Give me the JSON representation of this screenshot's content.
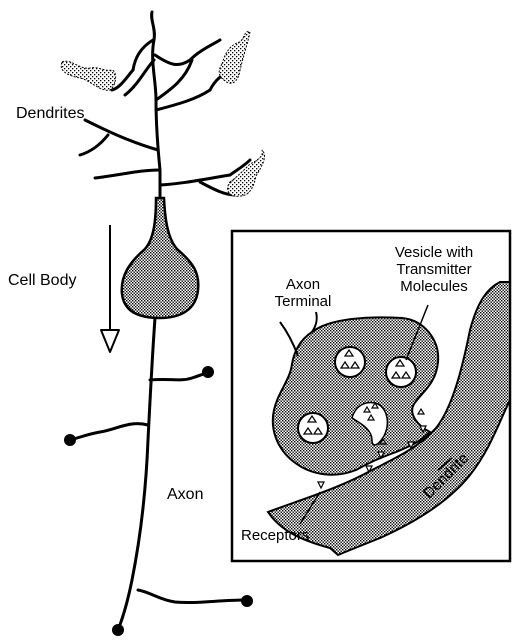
{
  "labels": {
    "dendrites": "Dendrites",
    "cell_body": "Cell Body",
    "axon": "Axon",
    "vesicle": "Vesicle with Transmitter Molecules",
    "axon_terminal": "Axon Terminal",
    "receptors": "Receptors",
    "dendrite": "Dendrite"
  }
}
